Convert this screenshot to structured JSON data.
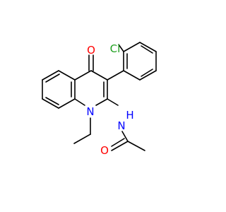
{
  "molecule": {
    "atom_labels": {
      "chlorine": "Cl",
      "oxygen_ketone": "O",
      "nitrogen_amide": "N",
      "hydrogen_amide": "H",
      "nitrogen_ring": "N",
      "oxygen_amide": "O"
    },
    "colors": {
      "bond": "#000000",
      "chlorine": "#1fa01f",
      "oxygen": "#ff0000",
      "nitrogen": "#0000ff"
    }
  }
}
